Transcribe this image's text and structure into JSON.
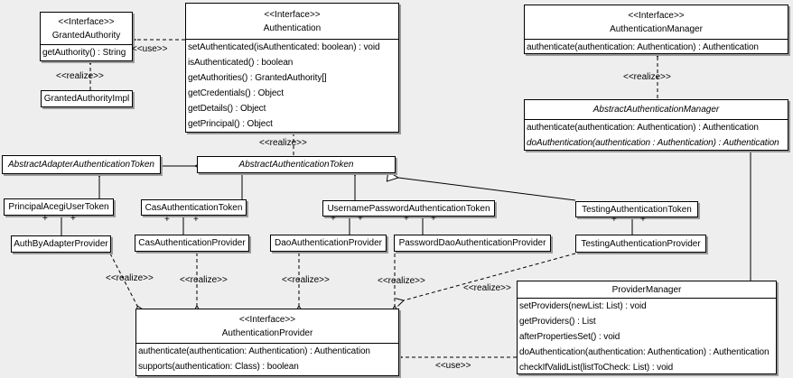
{
  "labels": {
    "interface_stereotype": "<<Interface>>",
    "realize": "<<realize>>",
    "use": "<<use>>",
    "plus": "+"
  },
  "colors": {
    "background": "#eeeeee",
    "box_fill": "#ffffff",
    "line": "#000000",
    "shadow": "#9a9a9a"
  },
  "classes": {
    "granted_authority": {
      "stereotype": "<<Interface>>",
      "name": "GrantedAuthority",
      "abstract": false,
      "methods": [
        "getAuthority() : String"
      ]
    },
    "granted_authority_impl": {
      "name": "GrantedAuthorityImpl",
      "abstract": false,
      "methods": []
    },
    "authentication": {
      "stereotype": "<<Interface>>",
      "name": "Authentication",
      "abstract": false,
      "methods": [
        "setAuthenticated(isAuthenticated: boolean) : void",
        "isAuthenticated() : boolean",
        "getAuthorities() : GrantedAuthority[]",
        "getCredentials() : Object",
        "getDetails() : Object",
        "getPrincipal() : Object"
      ]
    },
    "authentication_manager": {
      "stereotype": "<<Interface>>",
      "name": "AuthenticationManager",
      "abstract": false,
      "methods": [
        "authenticate(authentication: Authentication) : Authentication"
      ]
    },
    "abstract_authentication_manager": {
      "name": "AbstractAuthenticationManager",
      "abstract": true,
      "methods": [
        "authenticate(authentication: Authentication) : Authentication",
        "doAuthentication(authentication : Authentication) : Authentication"
      ]
    },
    "abstract_adapter_authentication_token": {
      "name": "AbstractAdapterAuthenticationToken",
      "abstract": true,
      "methods": []
    },
    "abstract_authentication_token": {
      "name": "AbstractAuthenticationToken",
      "abstract": true,
      "methods": []
    },
    "principal_acegi_user_token": {
      "name": "PrincipalAcegiUserToken",
      "abstract": false,
      "methods": []
    },
    "auth_by_adapter_provider": {
      "name": "AuthByAdapterProvider",
      "abstract": false,
      "methods": []
    },
    "cas_authentication_token": {
      "name": "CasAuthenticationToken",
      "abstract": false,
      "methods": []
    },
    "cas_authentication_provider": {
      "name": "CasAuthenticationProvider",
      "abstract": false,
      "methods": []
    },
    "username_password_authentication_token": {
      "name": "UsernamePasswordAuthenticationToken",
      "abstract": false,
      "methods": []
    },
    "dao_authentication_provider": {
      "name": "DaoAuthenticationProvider",
      "abstract": false,
      "methods": []
    },
    "password_dao_authentication_provider": {
      "name": "PasswordDaoAuthenticationProvider",
      "abstract": false,
      "methods": []
    },
    "testing_authentication_token": {
      "name": "TestingAuthenticationToken",
      "abstract": false,
      "methods": []
    },
    "testing_authentication_provider": {
      "name": "TestingAuthenticationProvider",
      "abstract": false,
      "methods": []
    },
    "provider_manager": {
      "name": "ProviderManager",
      "abstract": false,
      "methods": [
        "setProviders(newList: List) : void",
        "getProviders() : List",
        "afterPropertiesSet() : void",
        "doAuthentication(authentication: Authentication) : Authentication",
        "checkIfValidList(listToCheck: List) : void"
      ]
    },
    "authentication_provider": {
      "stereotype": "<<Interface>>",
      "name": "AuthenticationProvider",
      "abstract": false,
      "methods": [
        "authenticate(authentication: Authentication) : Authentication",
        "supports(authentication: Class) : boolean"
      ]
    }
  },
  "relationships": [
    {
      "type": "use",
      "from": "Authentication",
      "to": "GrantedAuthority",
      "label": "<<use>>"
    },
    {
      "type": "realize",
      "from": "GrantedAuthorityImpl",
      "to": "GrantedAuthority",
      "label": "<<realize>>"
    },
    {
      "type": "realize",
      "from": "AbstractAuthenticationToken",
      "to": "Authentication",
      "label": "<<realize>>"
    },
    {
      "type": "realize",
      "from": "AbstractAuthenticationManager",
      "to": "AuthenticationManager",
      "label": "<<realize>>"
    },
    {
      "type": "generalization",
      "from": "AbstractAdapterAuthenticationToken",
      "to": "AbstractAuthenticationToken"
    },
    {
      "type": "generalization",
      "from": "PrincipalAcegiUserToken",
      "to": "AbstractAdapterAuthenticationToken"
    },
    {
      "type": "generalization",
      "from": "CasAuthenticationToken",
      "to": "AbstractAuthenticationToken"
    },
    {
      "type": "generalization",
      "from": "UsernamePasswordAuthenticationToken",
      "to": "AbstractAuthenticationToken"
    },
    {
      "type": "generalization",
      "from": "TestingAuthenticationToken",
      "to": "AbstractAuthenticationToken"
    },
    {
      "type": "generalization",
      "from": "ProviderManager",
      "to": "AbstractAuthenticationManager"
    },
    {
      "type": "association",
      "from": "PrincipalAcegiUserToken",
      "to": "AuthByAdapterProvider",
      "end_labels": [
        "+",
        "+"
      ]
    },
    {
      "type": "association",
      "from": "CasAuthenticationToken",
      "to": "CasAuthenticationProvider",
      "end_labels": [
        "+",
        "+"
      ]
    },
    {
      "type": "association",
      "from": "UsernamePasswordAuthenticationToken",
      "to": "DaoAuthenticationProvider",
      "end_labels": [
        "+",
        "+"
      ]
    },
    {
      "type": "association",
      "from": "UsernamePasswordAuthenticationToken",
      "to": "PasswordDaoAuthenticationProvider",
      "end_labels": [
        "+",
        "+"
      ]
    },
    {
      "type": "association",
      "from": "TestingAuthenticationToken",
      "to": "TestingAuthenticationProvider",
      "end_labels": [
        "+",
        "+"
      ]
    },
    {
      "type": "realize",
      "from": "AuthByAdapterProvider",
      "to": "AuthenticationProvider",
      "label": "<<realize>>"
    },
    {
      "type": "realize",
      "from": "CasAuthenticationProvider",
      "to": "AuthenticationProvider",
      "label": "<<realize>>"
    },
    {
      "type": "realize",
      "from": "DaoAuthenticationProvider",
      "to": "AuthenticationProvider",
      "label": "<<realize>>"
    },
    {
      "type": "realize",
      "from": "PasswordDaoAuthenticationProvider",
      "to": "AuthenticationProvider",
      "label": "<<realize>>"
    },
    {
      "type": "realize",
      "from": "TestingAuthenticationProvider",
      "to": "AuthenticationProvider",
      "label": "<<realize>>"
    },
    {
      "type": "use",
      "from": "ProviderManager",
      "to": "AuthenticationProvider",
      "label": "<<use>>"
    }
  ]
}
